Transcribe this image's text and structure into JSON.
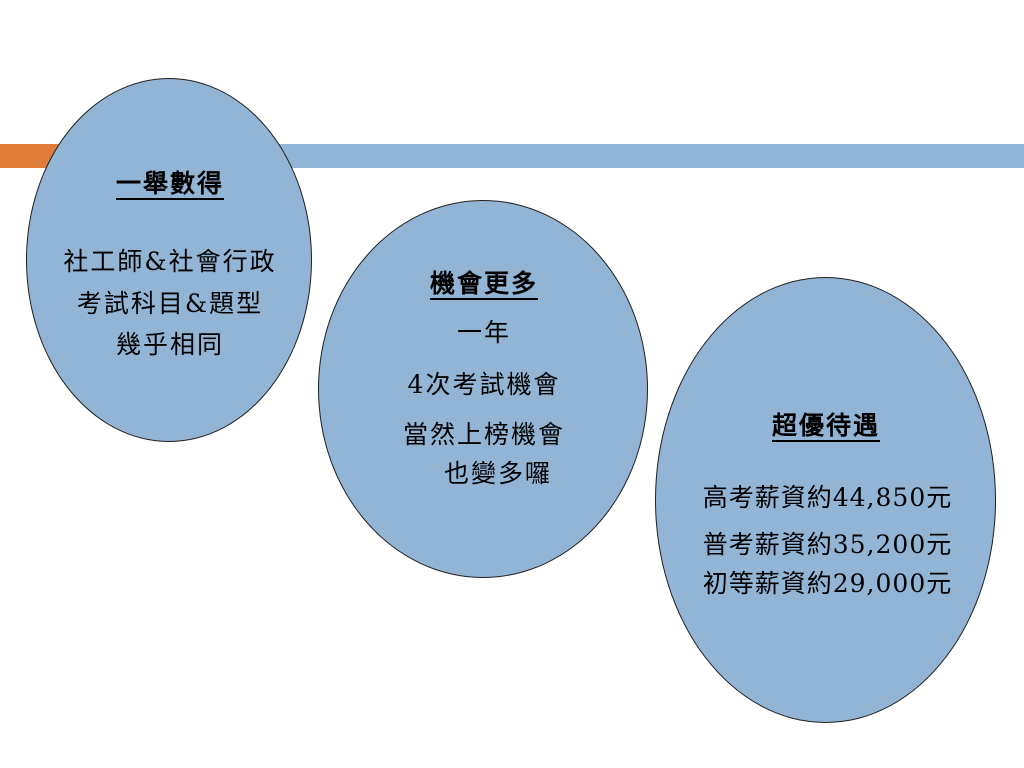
{
  "slide": {
    "colors": {
      "accent_orange": "#E07B39",
      "accent_blue": "#93B5D5",
      "ellipse_fill": "#93B5D5"
    },
    "bubbles": [
      {
        "title": "一舉數得",
        "lines": [
          "社工師&社會行政",
          "考試科目&題型",
          "幾乎相同"
        ]
      },
      {
        "title": "機會更多",
        "lines": [
          "一年",
          "4次考試機會",
          "當然上榜機會",
          "也變多囉"
        ]
      },
      {
        "title": "超優待遇",
        "lines": [
          "高考薪資約44,850元",
          "普考薪資約35,200元",
          "初等薪資約29,000元"
        ]
      }
    ]
  }
}
